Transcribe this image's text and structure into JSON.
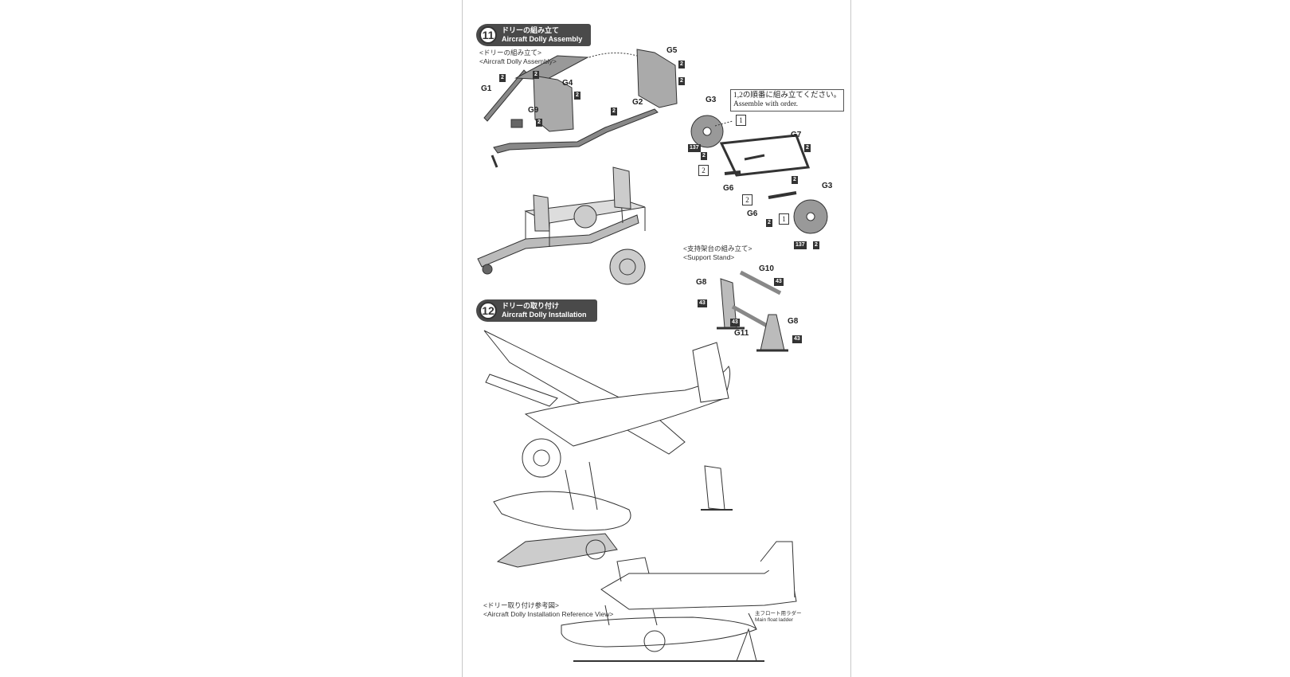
{
  "step11": {
    "number": "11",
    "title_jp": "ドリーの組み立て",
    "title_en": "Aircraft Dolly Assembly",
    "sub_jp": "<ドリーの組み立て>",
    "sub_en": "<Aircraft Dolly Assembly>",
    "order_note_jp": "1,2の順番に組み立てください。",
    "order_note_en": "Assemble with order.",
    "part_labels": {
      "G1": "G1",
      "G2": "G2",
      "G3": "G3",
      "G4": "G4",
      "G5": "G5",
      "G6": "G6",
      "G7": "G7",
      "G9": "G9",
      "G10": "G10",
      "G11": "G11",
      "G8": "G8"
    },
    "order_marks": [
      "1",
      "2"
    ],
    "color_codes": {
      "c2": "2",
      "c137": "137",
      "c43": "43"
    }
  },
  "support_stand": {
    "sub_jp": "<支持架台の組み立て>",
    "sub_en": "<Support Stand>"
  },
  "step12": {
    "number": "12",
    "title_jp": "ドリーの取り付け",
    "title_en": "Aircraft Dolly Installation",
    "ref_jp": "<ドリー取り付け参考図>",
    "ref_en": "<Aircraft Dolly Installation Reference View>",
    "ladder_jp": "主フロート用ラダー",
    "ladder_en": "Main float ladder"
  }
}
